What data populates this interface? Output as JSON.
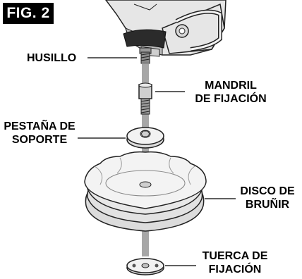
{
  "figure": {
    "label": "FIG. 2"
  },
  "labels": {
    "husillo": "HUSILLO",
    "mandril_line1": "MANDRIL",
    "mandril_line2": "DE FIJACIÓN",
    "pestana_line1": "PESTAÑA DE",
    "pestana_line2": "SOPORTE",
    "disco_line1": "DISCO DE",
    "disco_line2": "BRUÑIR",
    "tuerca_line1": "TUERCA DE",
    "tuerca_line2": "FIJACIÓN"
  }
}
